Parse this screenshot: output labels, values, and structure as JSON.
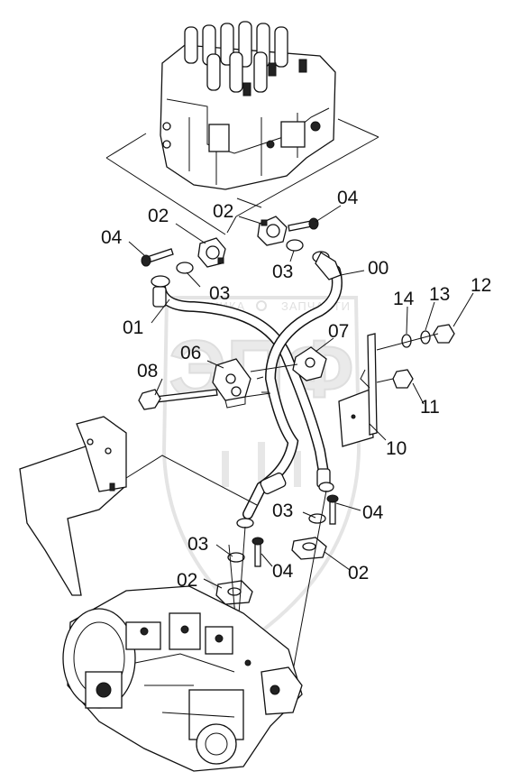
{
  "watermark": {
    "left_text": "ТЕХНИКА",
    "right_text": "ЗАПЧАСТИ",
    "logo_letters": "ЭПФ"
  },
  "callouts": [
    {
      "id": "c1",
      "text": "04"
    },
    {
      "id": "c2",
      "text": "02"
    },
    {
      "id": "c3",
      "text": "02"
    },
    {
      "id": "c4",
      "text": "04"
    },
    {
      "id": "c5",
      "text": "03"
    },
    {
      "id": "c6",
      "text": "03"
    },
    {
      "id": "c7",
      "text": "00"
    },
    {
      "id": "c8",
      "text": "14"
    },
    {
      "id": "c9",
      "text": "13"
    },
    {
      "id": "c10",
      "text": "12"
    },
    {
      "id": "c11",
      "text": "01"
    },
    {
      "id": "c12",
      "text": "07"
    },
    {
      "id": "c13",
      "text": "06"
    },
    {
      "id": "c14",
      "text": "08"
    },
    {
      "id": "c15",
      "text": "11"
    },
    {
      "id": "c16",
      "text": "10"
    },
    {
      "id": "c17",
      "text": "03"
    },
    {
      "id": "c18",
      "text": "04"
    },
    {
      "id": "c19",
      "text": "03"
    },
    {
      "id": "c20",
      "text": "04"
    },
    {
      "id": "c21",
      "text": "02"
    },
    {
      "id": "c22",
      "text": "02"
    }
  ]
}
